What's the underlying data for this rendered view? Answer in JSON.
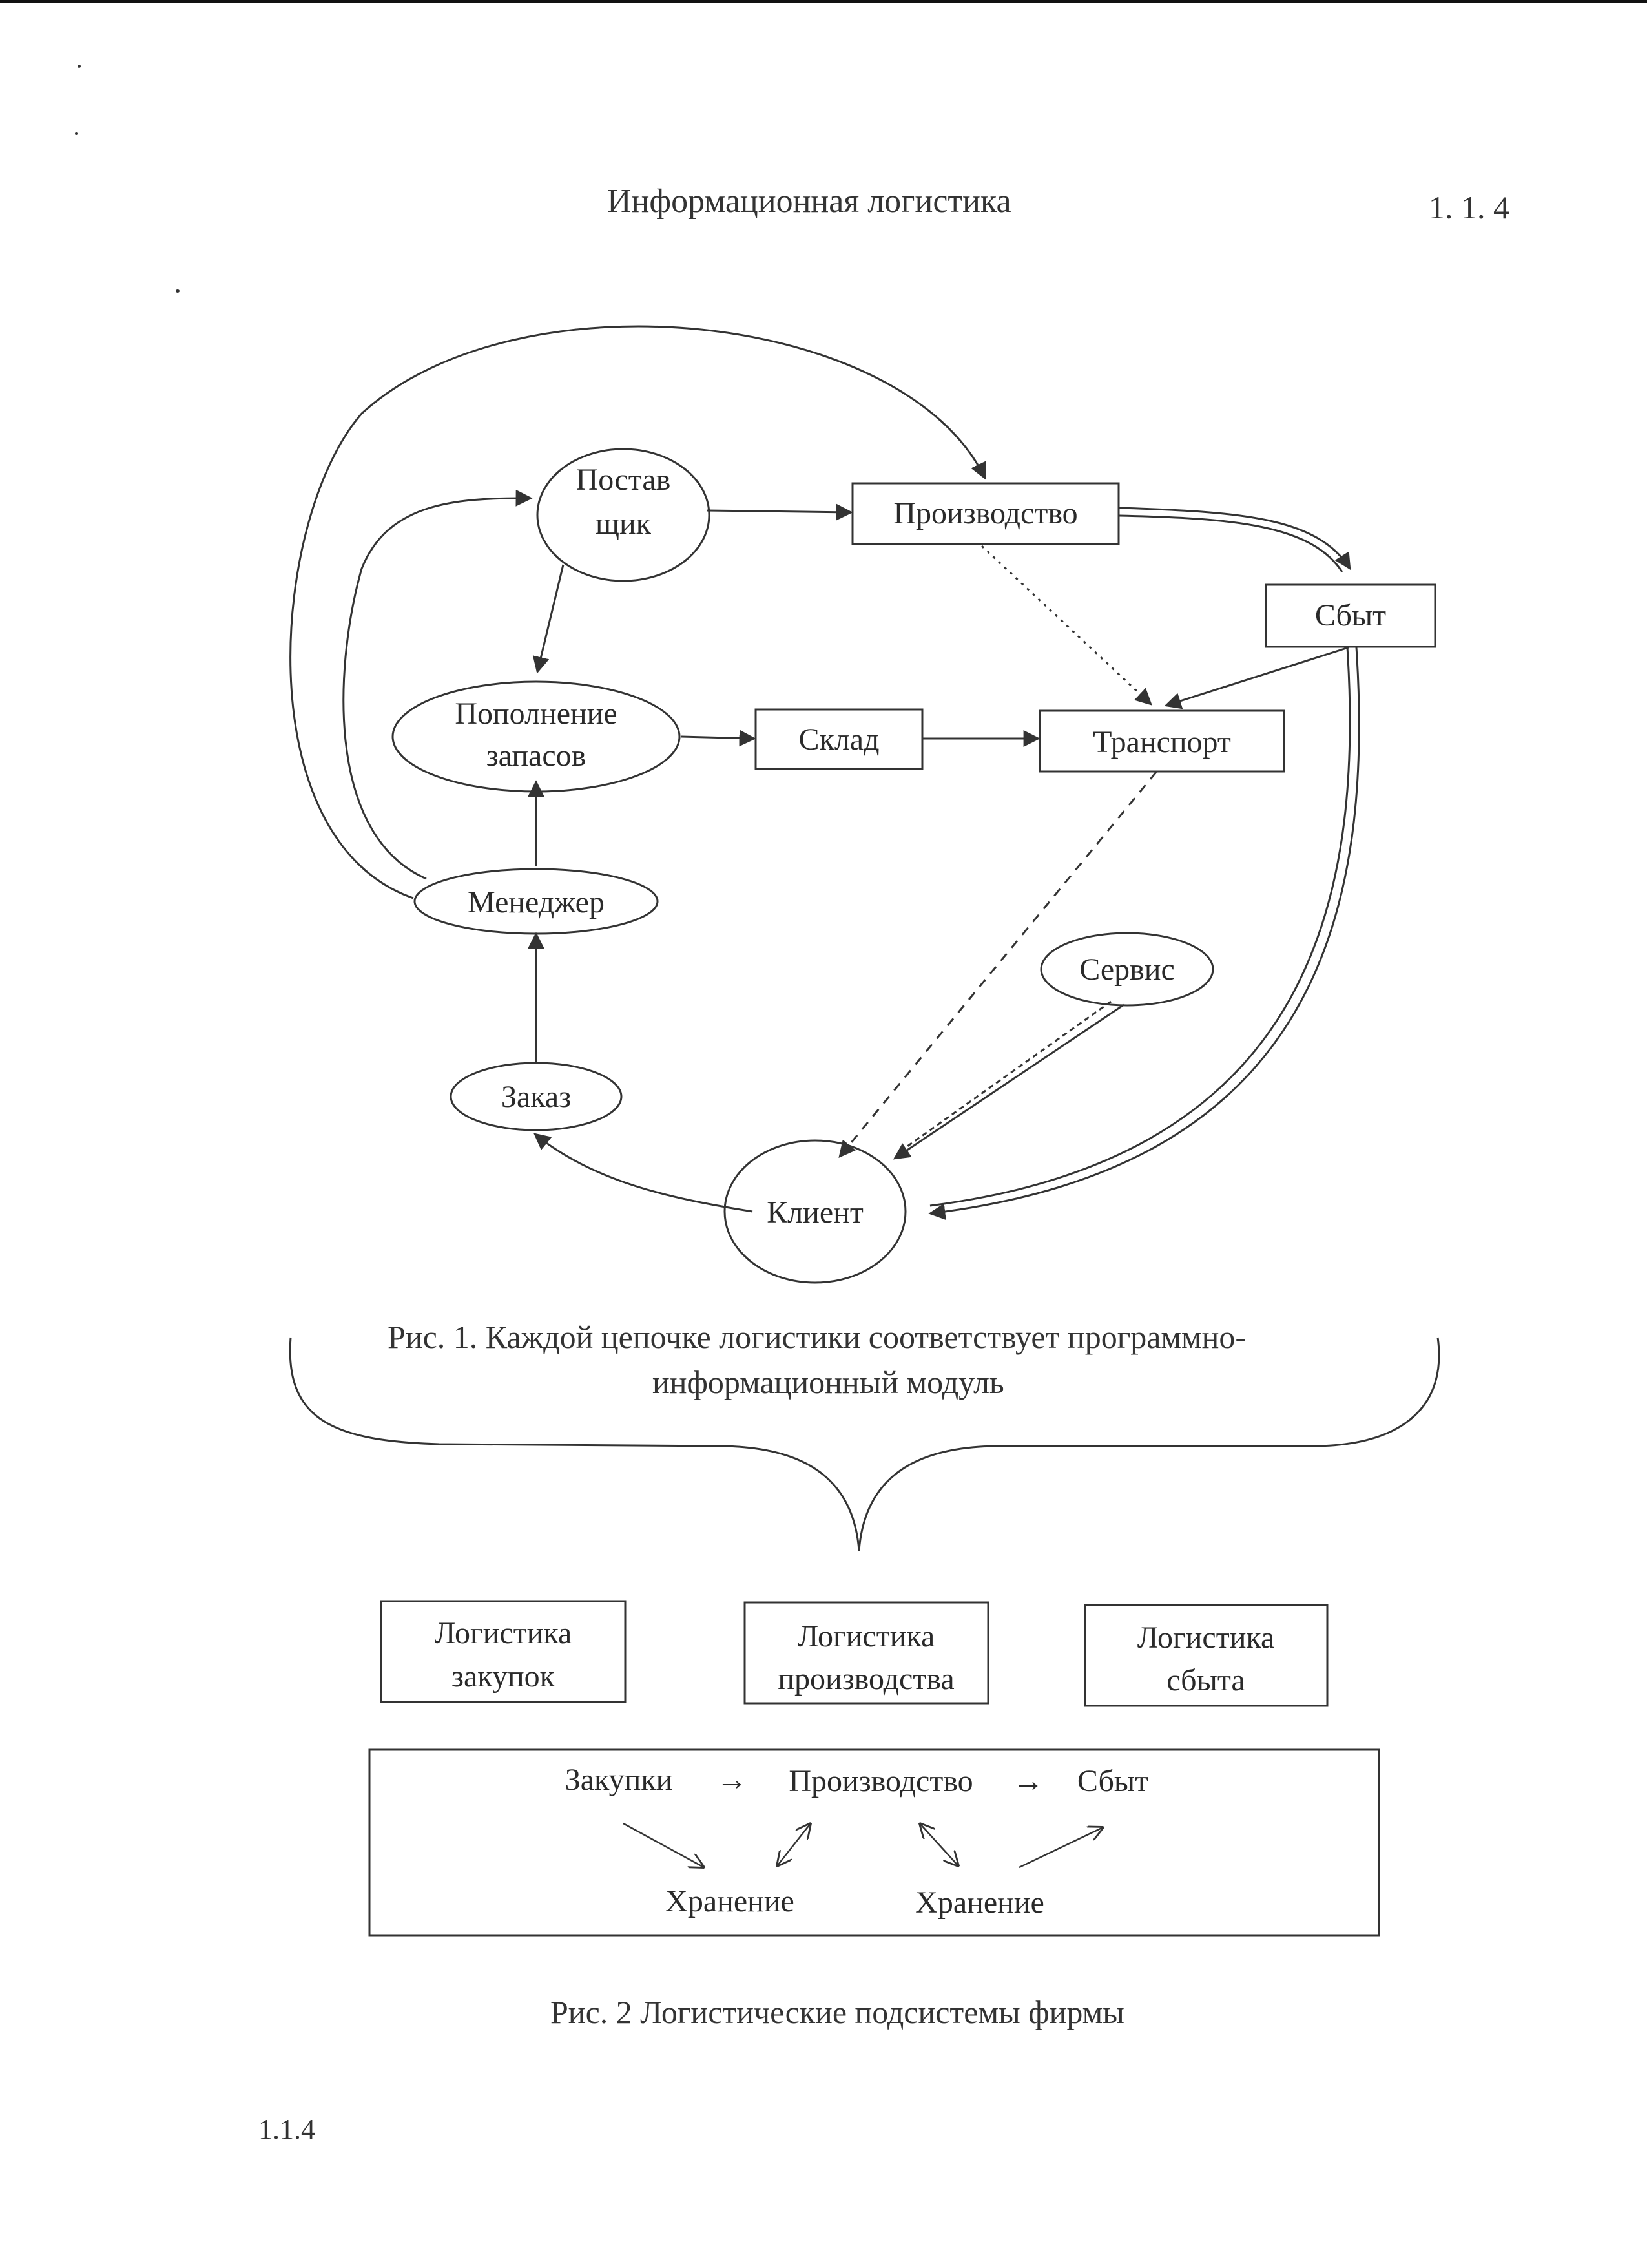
{
  "header": {
    "title": "Информационная логистика",
    "code": "1. 1. 4"
  },
  "figure1": {
    "nodes": {
      "supplier": [
        "Постав",
        "щик"
      ],
      "production": "Производство",
      "sales": "Сбыт",
      "replenishment": [
        "Пополнение",
        "запасов"
      ],
      "warehouse": "Склад",
      "transport": "Транспорт",
      "manager": "Менеджер",
      "service": "Сервис",
      "order": "Заказ",
      "client": "Клиент"
    },
    "caption_line1": "Рис. 1. Каждой цепочке логистики соответствует программно-",
    "caption_line2": "информационный модуль"
  },
  "figure2": {
    "boxes": {
      "purchasing": [
        "Логистика",
        "закупок"
      ],
      "manufacturing": [
        "Логистика",
        "производства"
      ],
      "distribution": [
        "Логистика",
        "сбыта"
      ]
    },
    "flow": {
      "purchases": "Закупки",
      "arrow1": "→",
      "production": "Производство",
      "arrow2": "→",
      "sales": "Сбыт",
      "storage1": "Хранение",
      "storage2": "Хранение"
    },
    "caption": "Рис. 2 Логистические подсистемы фирмы"
  },
  "footer": {
    "code": "1.1.4"
  }
}
